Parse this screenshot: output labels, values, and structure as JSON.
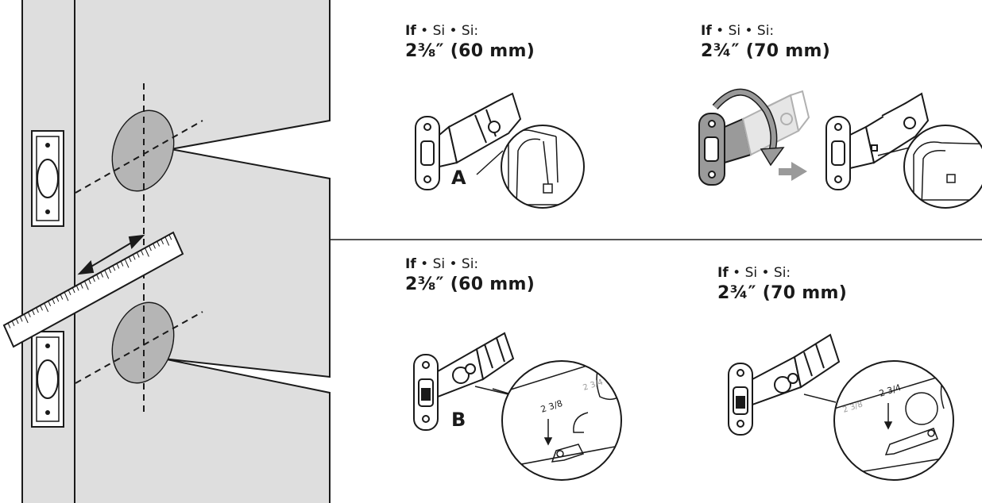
{
  "colors": {
    "door_fill": "#dedede",
    "bore_fill": "#b5b5b5",
    "line": "#1a1a1a",
    "arrow_gray": "#9a9a9a"
  },
  "panels": [
    {
      "id": "top-left",
      "lang_bold": "If",
      "lang_rest": " • Si • Si:",
      "dimension": "2⅜″ (60 mm)",
      "callout": "A"
    },
    {
      "id": "top-right",
      "lang_bold": "If",
      "lang_rest": " • Si • Si:",
      "dimension": "2¾″ (70 mm)",
      "callout": ""
    },
    {
      "id": "bottom-left",
      "lang_bold": "If",
      "lang_rest": " • Si • Si:",
      "dimension": "2⅜″ (60 mm)",
      "callout": "B"
    },
    {
      "id": "bottom-right",
      "lang_bold": "If",
      "lang_rest": " • Si • Si:",
      "dimension": "2¾″ (70 mm)",
      "callout": ""
    }
  ],
  "marks": {
    "mark_60": "2 3/8",
    "mark_70": "2 3/4"
  }
}
